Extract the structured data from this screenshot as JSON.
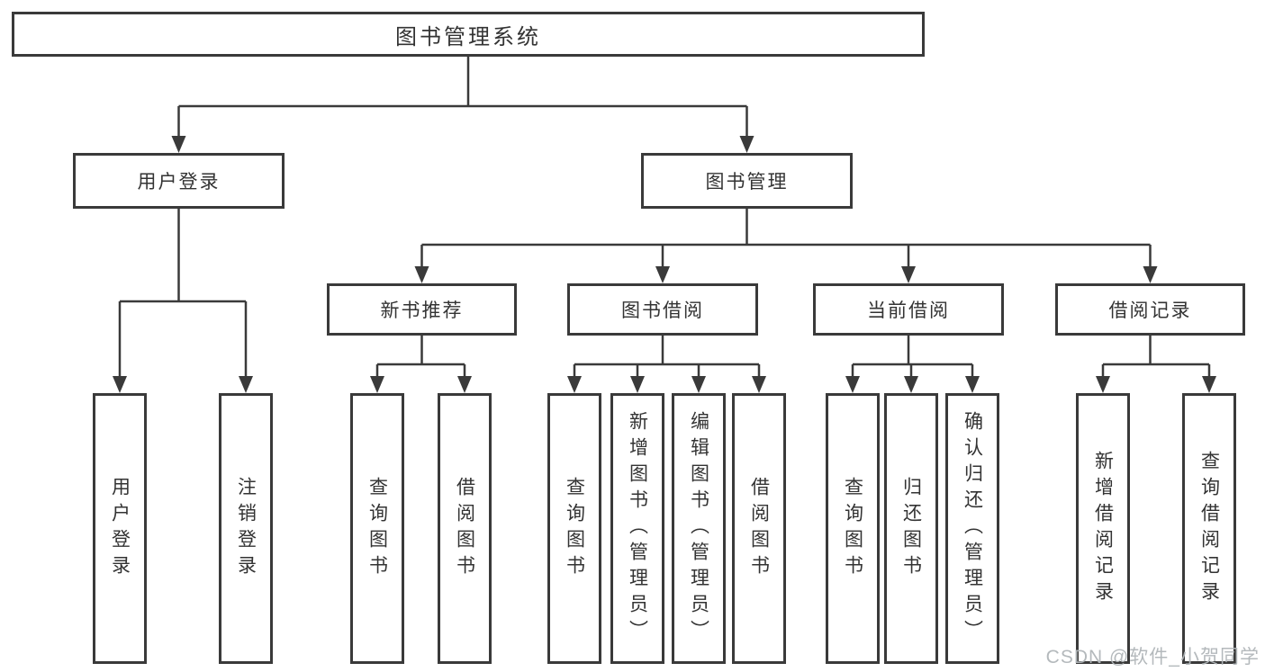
{
  "watermark": "CSDN @软件_小贺同学",
  "colors": {
    "background": "#ffffff",
    "line": "#3a3a3a",
    "box_border": "#3a3a3a",
    "text": "#333333",
    "watermark": "#b0b5b8"
  },
  "nodes": {
    "root": "图书管理系统",
    "branch_user_login": "用户登录",
    "branch_book_mgmt": "图书管理",
    "sub_new_book": "新书推荐",
    "sub_borrow": "图书借阅",
    "sub_current": "当前借阅",
    "sub_records": "借阅记录",
    "leaf_user_login": "用户登录",
    "leaf_logout": "注销登录",
    "leaf_nb_query": "查询图书",
    "leaf_nb_borrow": "借阅图书",
    "leaf_bb_query": "查询图书",
    "leaf_bb_add": "新增图书（管理员）",
    "leaf_bb_edit": "编辑图书（管理员）",
    "leaf_bb_borrow": "借阅图书",
    "leaf_cb_query": "查询图书",
    "leaf_cb_return": "归还图书",
    "leaf_cb_confirm": "确认归还（管理员）",
    "leaf_rec_add": "新增借阅记录",
    "leaf_rec_query": "查询借阅记录"
  },
  "edges": [
    [
      "root",
      "branch_user_login"
    ],
    [
      "root",
      "branch_book_mgmt"
    ],
    [
      "branch_user_login",
      "leaf_user_login"
    ],
    [
      "branch_user_login",
      "leaf_logout"
    ],
    [
      "branch_book_mgmt",
      "sub_new_book"
    ],
    [
      "branch_book_mgmt",
      "sub_borrow"
    ],
    [
      "branch_book_mgmt",
      "sub_current"
    ],
    [
      "branch_book_mgmt",
      "sub_records"
    ],
    [
      "sub_new_book",
      "leaf_nb_query"
    ],
    [
      "sub_new_book",
      "leaf_nb_borrow"
    ],
    [
      "sub_borrow",
      "leaf_bb_query"
    ],
    [
      "sub_borrow",
      "leaf_bb_add"
    ],
    [
      "sub_borrow",
      "leaf_bb_edit"
    ],
    [
      "sub_borrow",
      "leaf_bb_borrow"
    ],
    [
      "sub_current",
      "leaf_cb_query"
    ],
    [
      "sub_current",
      "leaf_cb_return"
    ],
    [
      "sub_current",
      "leaf_cb_confirm"
    ],
    [
      "sub_records",
      "leaf_rec_add"
    ],
    [
      "sub_records",
      "leaf_rec_query"
    ]
  ]
}
